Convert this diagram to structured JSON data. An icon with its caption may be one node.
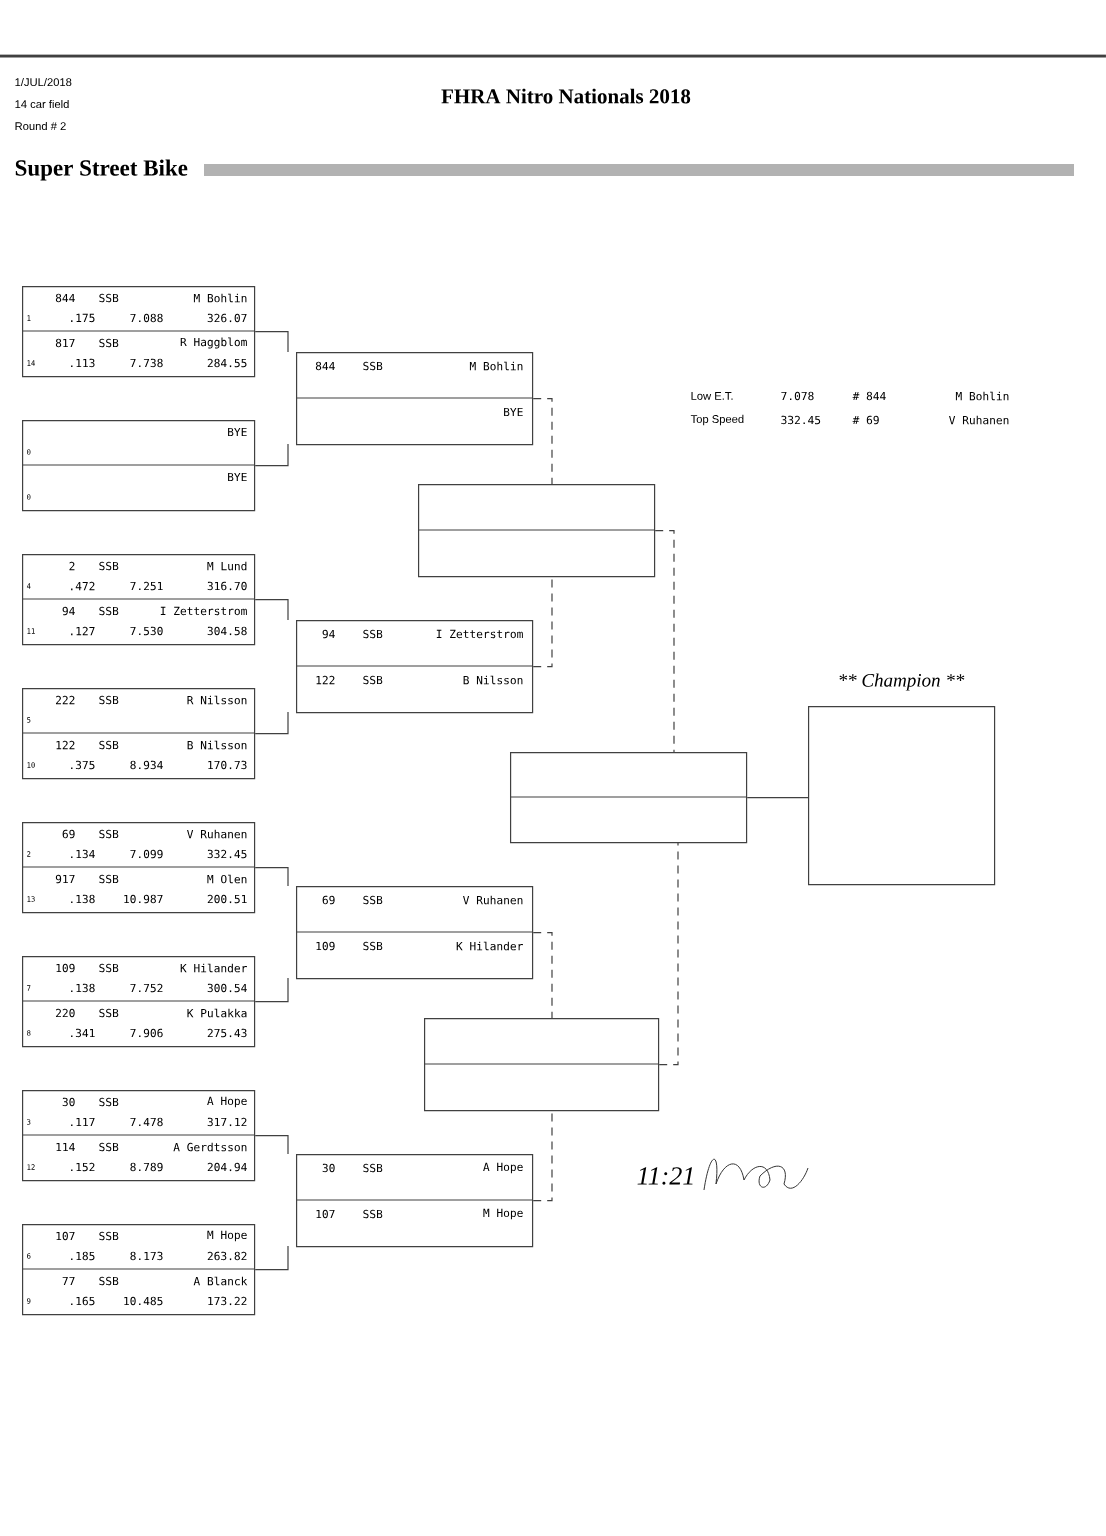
{
  "diagram": {
    "title": "FHRA Nitro Nationals 2018",
    "nodes": [
      {
        "text": [
          "844",
          "SSB",
          "M Bohlin",
          "1",
          ".175",
          "7.088",
          "326.07",
          "817",
          "SSB",
          "R Haggblom",
          "14",
          ".113",
          "7.738",
          "284.55"
        ]
      },
      {
        "text": [
          "BYE",
          "0",
          "BYE",
          "0"
        ]
      },
      {
        "text": [
          "2",
          "SSB",
          "M Lund",
          "4",
          ".472",
          "7.251",
          "316.70",
          "94",
          "SSB",
          "I Zetterstrom",
          "11",
          ".127",
          "7.530",
          "304.58"
        ]
      },
      {
        "text": [
          "222",
          "SSB",
          "R Nilsson",
          "5",
          "122",
          "SSB",
          "B Nilsson",
          "10",
          ".375",
          "8.934",
          "170.73"
        ]
      },
      {
        "text": [
          "69",
          "SSB",
          "V Ruhanen",
          "2",
          ".134",
          "7.099",
          "332.45",
          "917",
          "SSB",
          "M Olen",
          "13",
          ".138",
          "10.987",
          "200.51"
        ]
      },
      {
        "text": [
          "109",
          "SSB",
          "K Hilander",
          "7",
          ".138",
          "7.752",
          "300.54",
          "220",
          "SSB",
          "K Pulakka",
          "8",
          ".341",
          "7.906",
          "275.43"
        ]
      },
      {
        "text": [
          "30",
          "SSB",
          "A Hope",
          "3",
          ".117",
          "7.478",
          "317.12",
          "114",
          "SSB",
          "A Gerdtsson",
          "12",
          ".152",
          "8.789",
          "204.94"
        ]
      },
      {
        "text": [
          "107",
          "SSB",
          "M Hope",
          "6",
          ".185",
          "8.173",
          "263.82",
          "77",
          "SSB",
          "A Blanck",
          "9",
          ".165",
          "10.485",
          "173.22"
        ]
      },
      {
        "text": [
          "844",
          "SSB",
          "M Bohlin",
          "BYE"
        ]
      },
      {
        "text": [
          "94",
          "SSB",
          "I Zetterstrom",
          "122",
          "SSB",
          "B Nilsson"
        ]
      },
      {
        "text": [
          "69",
          "SSB",
          "V Ruhanen",
          "109",
          "SSB",
          "K Hilander"
        ]
      },
      {
        "text": [
          "30",
          "SSB",
          "A Hope",
          "107",
          "SSB",
          "M Hope"
        ]
      },
      {
        "text": [],
        "shape": "box"
      },
      {
        "text": [],
        "shape": "box"
      },
      {
        "text": [],
        "shape": "box"
      },
      {
        "text": [
          "** Champion **"
        ]
      }
    ],
    "edges": [
      {
        "from": 0,
        "to": 8,
        "arrow": "none"
      },
      {
        "from": 1,
        "to": 8,
        "arrow": "none"
      },
      {
        "from": 2,
        "to": 9,
        "arrow": "none"
      },
      {
        "from": 3,
        "to": 9,
        "arrow": "none"
      },
      {
        "from": 4,
        "to": 10,
        "arrow": "none"
      },
      {
        "from": 5,
        "to": 10,
        "arrow": "none"
      },
      {
        "from": 6,
        "to": 11,
        "arrow": "none"
      },
      {
        "from": 7,
        "to": 11,
        "arrow": "none"
      },
      {
        "from": 8,
        "to": 12,
        "arrow": "none",
        "style": "dashed"
      },
      {
        "from": 9,
        "to": 12,
        "arrow": "none",
        "style": "dashed"
      },
      {
        "from": 10,
        "to": 14,
        "arrow": "none",
        "style": "dashed"
      },
      {
        "from": 11,
        "to": 14,
        "arrow": "none",
        "style": "dashed"
      },
      {
        "from": 12,
        "to": 13,
        "arrow": "none",
        "style": "dashed"
      },
      {
        "from": 14,
        "to": 13,
        "arrow": "none",
        "style": "dashed"
      },
      {
        "from": 13,
        "to": 15,
        "arrow": "none"
      }
    ],
    "labels": [
      "1/JUL/2018",
      "14 car field",
      "Round # 2",
      "Super Street Bike",
      "Low E.T.",
      "7.078",
      "# 844",
      "M Bohlin",
      "Top Speed",
      "332.45",
      "# 69",
      "V Ruhanen",
      "11:21"
    ]
  }
}
